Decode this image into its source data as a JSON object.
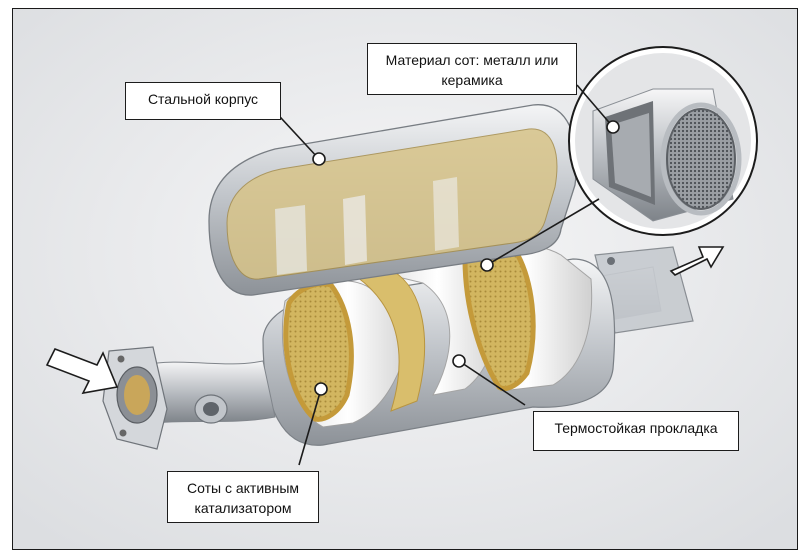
{
  "labels": {
    "steel_housing": "Стальной корпус",
    "core_material": "Материал сот: металл или керамика",
    "heat_gasket": "Термостойкая прокладка",
    "honeycomb_catalyst": "Соты с активным катализатором"
  },
  "colors": {
    "background": "#e9eaec",
    "steel": "#c9cdd2",
    "ceramic": "#d9c06a",
    "gasket": "#f2f2f2",
    "outline": "#1c1c1c"
  },
  "icons": {
    "inlet": "arrow-right-icon",
    "outlet": "arrow-up-right-icon"
  }
}
